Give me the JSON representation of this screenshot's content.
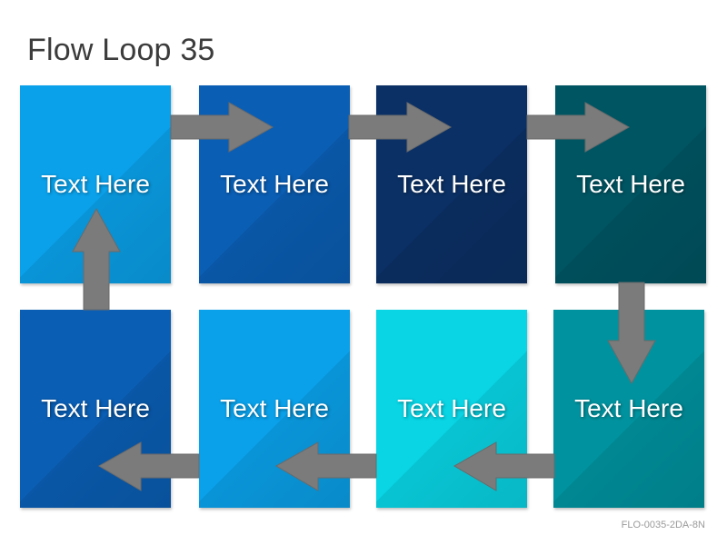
{
  "title": "Flow Loop 35",
  "footer": "FLO-0035-2DA-8N",
  "arrow_color": "#7b7b7b",
  "boxes": [
    {
      "label": "Text Here",
      "color": "#0aa1ea"
    },
    {
      "label": "Text Here",
      "color": "#0a5eb4"
    },
    {
      "label": "Text Here",
      "color": "#0b3065"
    },
    {
      "label": "Text Here",
      "color": "#005563"
    },
    {
      "label": "Text Here",
      "color": "#0a5eb4"
    },
    {
      "label": "Text Here",
      "color": "#0aa1ea"
    },
    {
      "label": "Text Here",
      "color": "#09d5e5"
    },
    {
      "label": "Text Here",
      "color": "#00939f"
    }
  ]
}
